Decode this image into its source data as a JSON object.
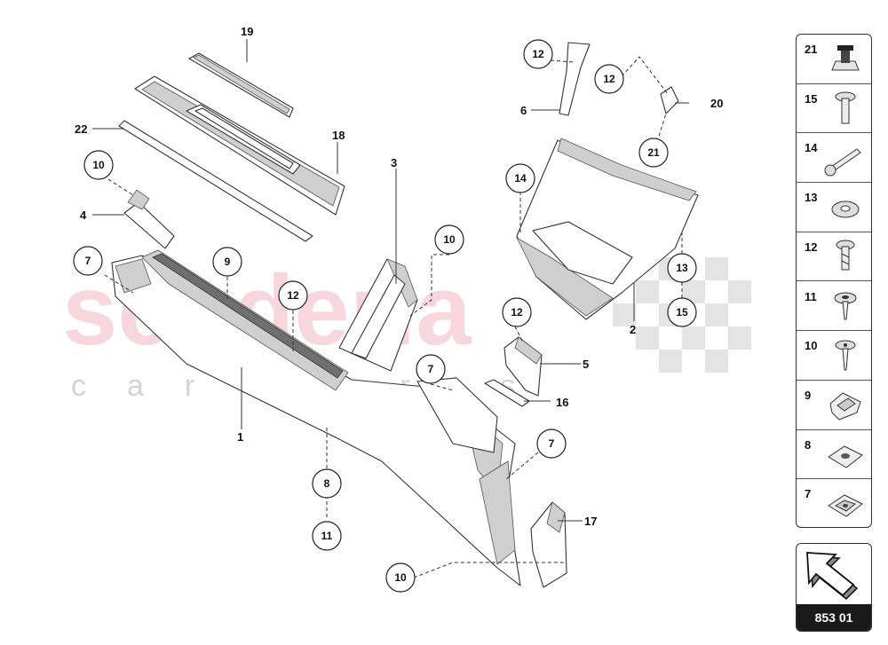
{
  "watermark": {
    "brand": "scuderia",
    "sub": "car parts"
  },
  "labels": {
    "l1": "1",
    "l2": "2",
    "l3": "3",
    "l4": "4",
    "l5": "5",
    "l6": "6",
    "l16": "16",
    "l17": "17",
    "l18": "18",
    "l19": "19",
    "l20": "20",
    "l22": "22"
  },
  "callouts": {
    "c7a": "7",
    "c9": "9",
    "c10a": "10",
    "c12a": "12",
    "c10b": "10",
    "c8": "8",
    "c11": "11",
    "c7b": "7",
    "c7c": "7",
    "c10c": "10",
    "c12b": "12",
    "c12c": "12",
    "c12d": "12",
    "c14": "14",
    "c21": "21",
    "c13": "13",
    "c15": "15"
  },
  "legend": [
    {
      "num": "21",
      "icon": "clip-nut-icon"
    },
    {
      "num": "15",
      "icon": "bolt-icon"
    },
    {
      "num": "14",
      "icon": "long-bolt-icon"
    },
    {
      "num": "13",
      "icon": "washer-icon"
    },
    {
      "num": "12",
      "icon": "screw-icon"
    },
    {
      "num": "11",
      "icon": "rivet-icon"
    },
    {
      "num": "10",
      "icon": "push-clip-icon"
    },
    {
      "num": "9",
      "icon": "spring-clip-icon"
    },
    {
      "num": "8",
      "icon": "square-nut-icon"
    },
    {
      "num": "7",
      "icon": "sheet-nut-icon"
    }
  ],
  "nav": {
    "page_code": "853 01",
    "icon": "arrow-up-left-icon"
  }
}
